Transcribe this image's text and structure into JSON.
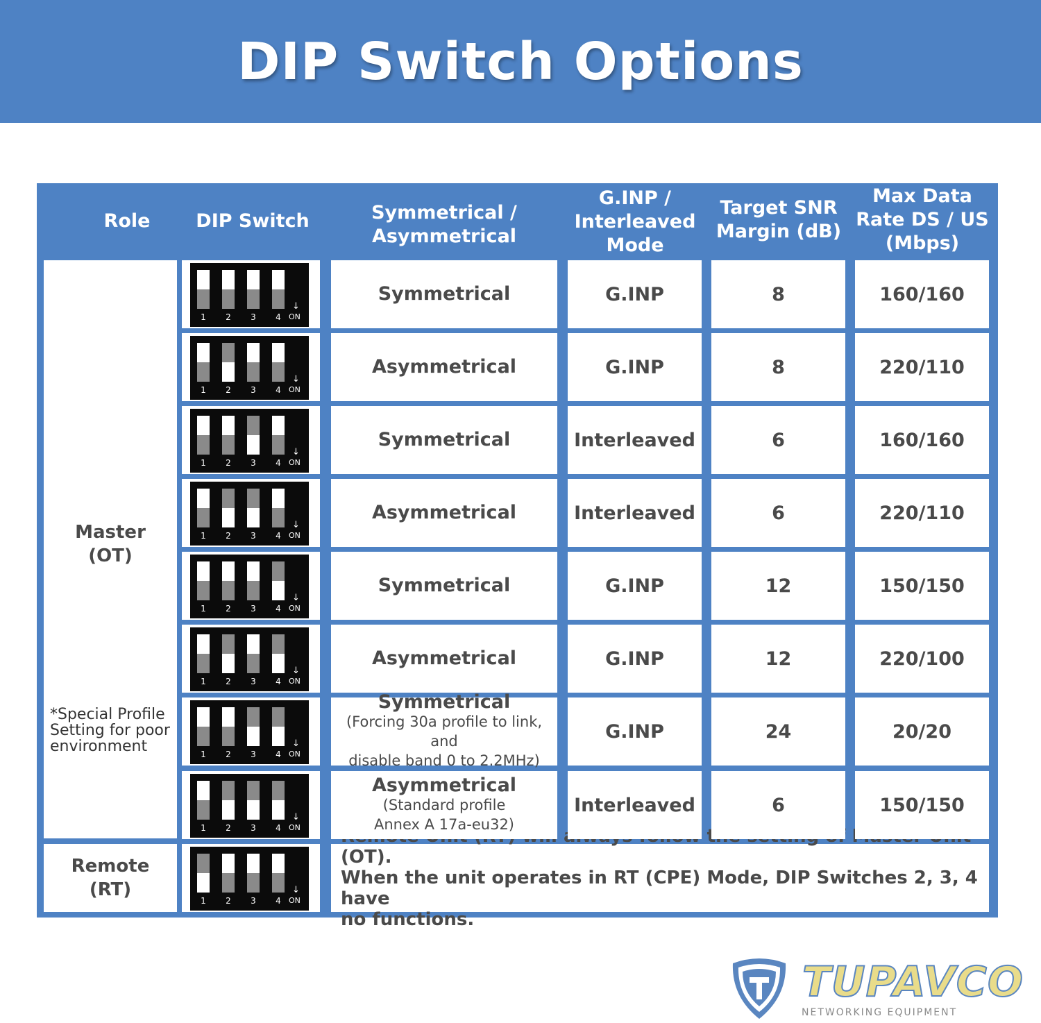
{
  "title": "DIP Switch Options",
  "headers": {
    "role": "Role",
    "dip": "DIP Switch",
    "mode": "Symmetrical /\nAsymmetrical",
    "ginp": "G.INP /\nInterleaved\nMode",
    "snr": "Target SNR\nMargin (dB)",
    "rate": "Max Data\nRate DS / US\n(Mbps)"
  },
  "roles": {
    "master": "Master\n(OT)",
    "special_note": "*Special Profile\nSetting for poor\nenvironment",
    "remote": "Remote\n(RT)"
  },
  "dip_labels": {
    "numbers": [
      "1",
      "2",
      "3",
      "4"
    ],
    "on": "ON",
    "arrow": "↓"
  },
  "rows": [
    {
      "mode": "Symmetrical",
      "mode_sub": "",
      "ginp": "G.INP",
      "snr": "8",
      "rate": "160/160",
      "switches": [
        "up",
        "up",
        "up",
        "up"
      ]
    },
    {
      "mode": "Asymmetrical",
      "mode_sub": "",
      "ginp": "G.INP",
      "snr": "8",
      "rate": "220/110",
      "switches": [
        "up",
        "down",
        "up",
        "up"
      ]
    },
    {
      "mode": "Symmetrical",
      "mode_sub": "",
      "ginp": "Interleaved",
      "snr": "6",
      "rate": "160/160",
      "switches": [
        "up",
        "up",
        "down",
        "up"
      ]
    },
    {
      "mode": "Asymmetrical",
      "mode_sub": "",
      "ginp": "Interleaved",
      "snr": "6",
      "rate": "220/110",
      "switches": [
        "up",
        "down",
        "down",
        "up"
      ]
    },
    {
      "mode": "Symmetrical",
      "mode_sub": "",
      "ginp": "G.INP",
      "snr": "12",
      "rate": "150/150",
      "switches": [
        "up",
        "up",
        "up",
        "down"
      ]
    },
    {
      "mode": "Asymmetrical",
      "mode_sub": "",
      "ginp": "G.INP",
      "snr": "12",
      "rate": "220/100",
      "switches": [
        "up",
        "down",
        "up",
        "down"
      ]
    },
    {
      "mode": "Symmetrical",
      "mode_sub": "(Forcing 30a profile to link, and\ndisable band 0 to 2.2MHz)",
      "ginp": "G.INP",
      "snr": "24",
      "rate": "20/20",
      "switches": [
        "up",
        "up",
        "down",
        "down"
      ]
    },
    {
      "mode": "Asymmetrical",
      "mode_sub": "(Standard profile\nAnnex A 17a-eu32)",
      "ginp": "Interleaved",
      "snr": "6",
      "rate": "150/150",
      "switches": [
        "up",
        "down",
        "down",
        "down"
      ]
    }
  ],
  "remote_row": {
    "switches": [
      "down",
      "up",
      "up",
      "up"
    ],
    "note": "Remote Unit (RT) will always follow the setting of Master Unit (OT).\nWhen the unit operates in RT (CPE) Mode, DIP Switches 2, 3, 4 have\nno functions."
  },
  "logo": {
    "name": "TUPAVCO",
    "tagline": "NETWORKING EQUIPMENT",
    "colors": {
      "blue": "#5a86c0",
      "gold": "#e9dc8a"
    }
  },
  "colors": {
    "header_blue": "#4e82c4",
    "text_gray": "#4a4a4a",
    "switch_black": "#0b0b0b"
  }
}
